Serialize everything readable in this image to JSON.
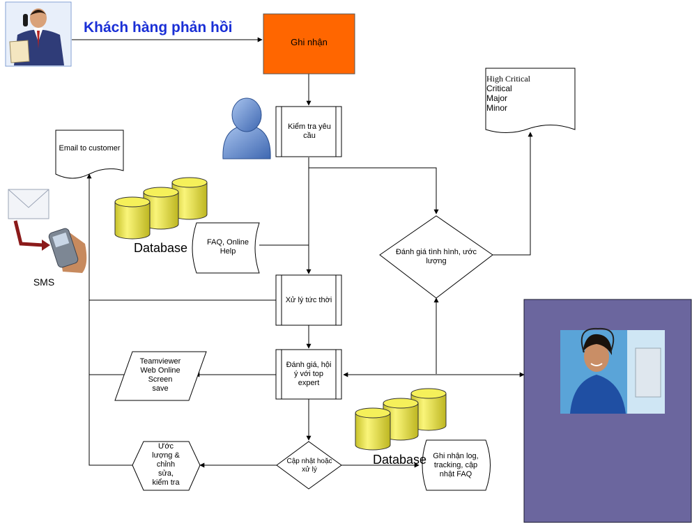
{
  "title": "Khách hàng phản hồi",
  "nodes": {
    "ghi_nhan": "Ghi nhận",
    "kiem_tra": "Kiểm tra yêu\ncầu",
    "email": "Email to customer",
    "faq": "FAQ, Online\nHelp",
    "database1": "Database",
    "database2": "Database",
    "danh_gia_tinh_hinh": "Đánh giá tình hình, ước\nlượng",
    "xu_ly": "Xử lý tức thời",
    "danh_gia_hoi_y": "Đánh giá, hội\ný với top\nexpert",
    "teamviewer": "Teamviewer\nWeb Online\nScreen\nsave",
    "uoc_luong": "Ước\nlượng &\nchỉnh\nsửa,\nkiểm tra",
    "cap_nhat": "Cập nhật hoặc\nxử lý",
    "ghi_nhan_log": "Ghi nhận log,\ntracking, cập\nnhật FAQ",
    "sms": "SMS"
  },
  "severity": {
    "levels": [
      "High Critical",
      "Critical",
      "Major",
      "Minor"
    ]
  },
  "colors": {
    "title_blue": "#1a2fd6",
    "ghi_nhan_fill": "#ff6600",
    "db_yellow": "#f5f05a",
    "panel_purple": "#6b669e",
    "person_blue": "#6f93d3"
  }
}
